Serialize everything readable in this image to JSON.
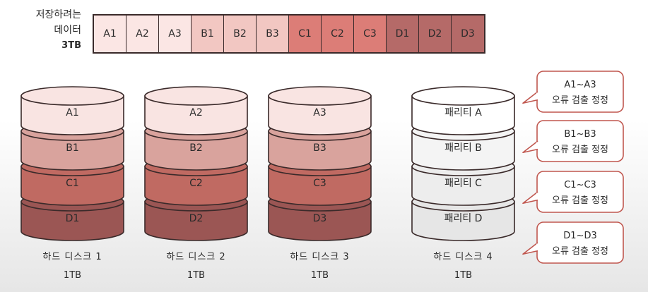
{
  "data_label": {
    "line1": "저장하려는",
    "line2": "데이터",
    "size": "3TB"
  },
  "data_blocks": [
    {
      "label": "A1",
      "color": "#fbe6e4"
    },
    {
      "label": "A2",
      "color": "#fbe6e4"
    },
    {
      "label": "A3",
      "color": "#fbe6e4"
    },
    {
      "label": "B1",
      "color": "#f2c7c2"
    },
    {
      "label": "B2",
      "color": "#f2c7c2"
    },
    {
      "label": "B3",
      "color": "#f2c7c2"
    },
    {
      "label": "C1",
      "color": "#dc7d77"
    },
    {
      "label": "C2",
      "color": "#dc7d77"
    },
    {
      "label": "C3",
      "color": "#dc7d77"
    },
    {
      "label": "D1",
      "color": "#b56a68"
    },
    {
      "label": "D2",
      "color": "#b56a68"
    },
    {
      "label": "D3",
      "color": "#b56a68"
    }
  ],
  "disks": [
    {
      "name": "하드 디스크 1",
      "size": "1TB",
      "platters": [
        {
          "label": "A1",
          "color": "#f9e4e2"
        },
        {
          "label": "B1",
          "color": "#d9a39d"
        },
        {
          "label": "C1",
          "color": "#c06a62"
        },
        {
          "label": "D1",
          "color": "#9b5654"
        }
      ]
    },
    {
      "name": "하드 디스크 2",
      "size": "1TB",
      "platters": [
        {
          "label": "A2",
          "color": "#f9e4e2"
        },
        {
          "label": "B2",
          "color": "#d9a39d"
        },
        {
          "label": "C2",
          "color": "#c06a62"
        },
        {
          "label": "D2",
          "color": "#9b5654"
        }
      ]
    },
    {
      "name": "하드 디스크 3",
      "size": "1TB",
      "platters": [
        {
          "label": "A3",
          "color": "#f9e4e2"
        },
        {
          "label": "B3",
          "color": "#d9a39d"
        },
        {
          "label": "C3",
          "color": "#c06a62"
        },
        {
          "label": "D3",
          "color": "#9b5654"
        }
      ]
    },
    {
      "name": "하드 디스크 4",
      "size": "1TB",
      "platters": [
        {
          "label": "패리티 A",
          "color": "#ffffff"
        },
        {
          "label": "패리티 B",
          "color": "#f4f4f4"
        },
        {
          "label": "패리티 C",
          "color": "#ededed"
        },
        {
          "label": "패리티 D",
          "color": "#e6e6e6"
        }
      ]
    }
  ],
  "notes": [
    {
      "range": "A1~A3",
      "text": "오류 검출 정정"
    },
    {
      "range": "B1~B3",
      "text": "오류 검출 정정"
    },
    {
      "range": "C1~C3",
      "text": "오류 검출 정정"
    },
    {
      "range": "D1~D3",
      "text": "오류 검출 정정"
    }
  ],
  "colors": {
    "outline": "#3a2a2a",
    "callout_border": "#c0574f"
  }
}
